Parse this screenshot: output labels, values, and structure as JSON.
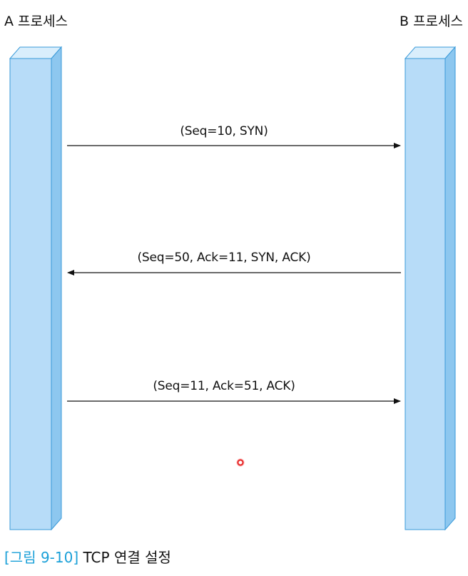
{
  "process_a": {
    "label": "A 프로세스"
  },
  "process_b": {
    "label": "B 프로세스"
  },
  "messages": [
    {
      "label": "(Seq=10, SYN)",
      "direction": "A→B"
    },
    {
      "label": "(Seq=50, Ack=11, SYN, ACK)",
      "direction": "B→A"
    },
    {
      "label": "(Seq=11, Ack=51, ACK)",
      "direction": "A→B"
    }
  ],
  "caption": {
    "ref": "[그림 9-10]",
    "title": "TCP 연결 설정"
  },
  "colors": {
    "bar_front": "#b7dcf8",
    "bar_top": "#d9eefc",
    "bar_side": "#8dc7ef",
    "bar_stroke": "#3a9ad9",
    "caption_accent": "#1aa0d8",
    "arrow": "#111111"
  }
}
